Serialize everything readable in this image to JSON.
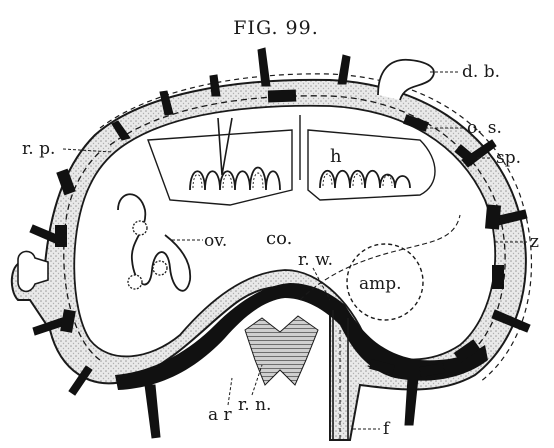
{
  "figure": {
    "title": "FIG. 99.",
    "labels": {
      "db": "d. b.",
      "os": "o. s.",
      "sp": "sp.",
      "rp": "r. p.",
      "h": "h",
      "co": "co.",
      "ov": "ov.",
      "z": "z",
      "rw": "r. w.",
      "amp": "amp.",
      "ar": "a r",
      "rn": "r. n.",
      "f": "f"
    }
  }
}
